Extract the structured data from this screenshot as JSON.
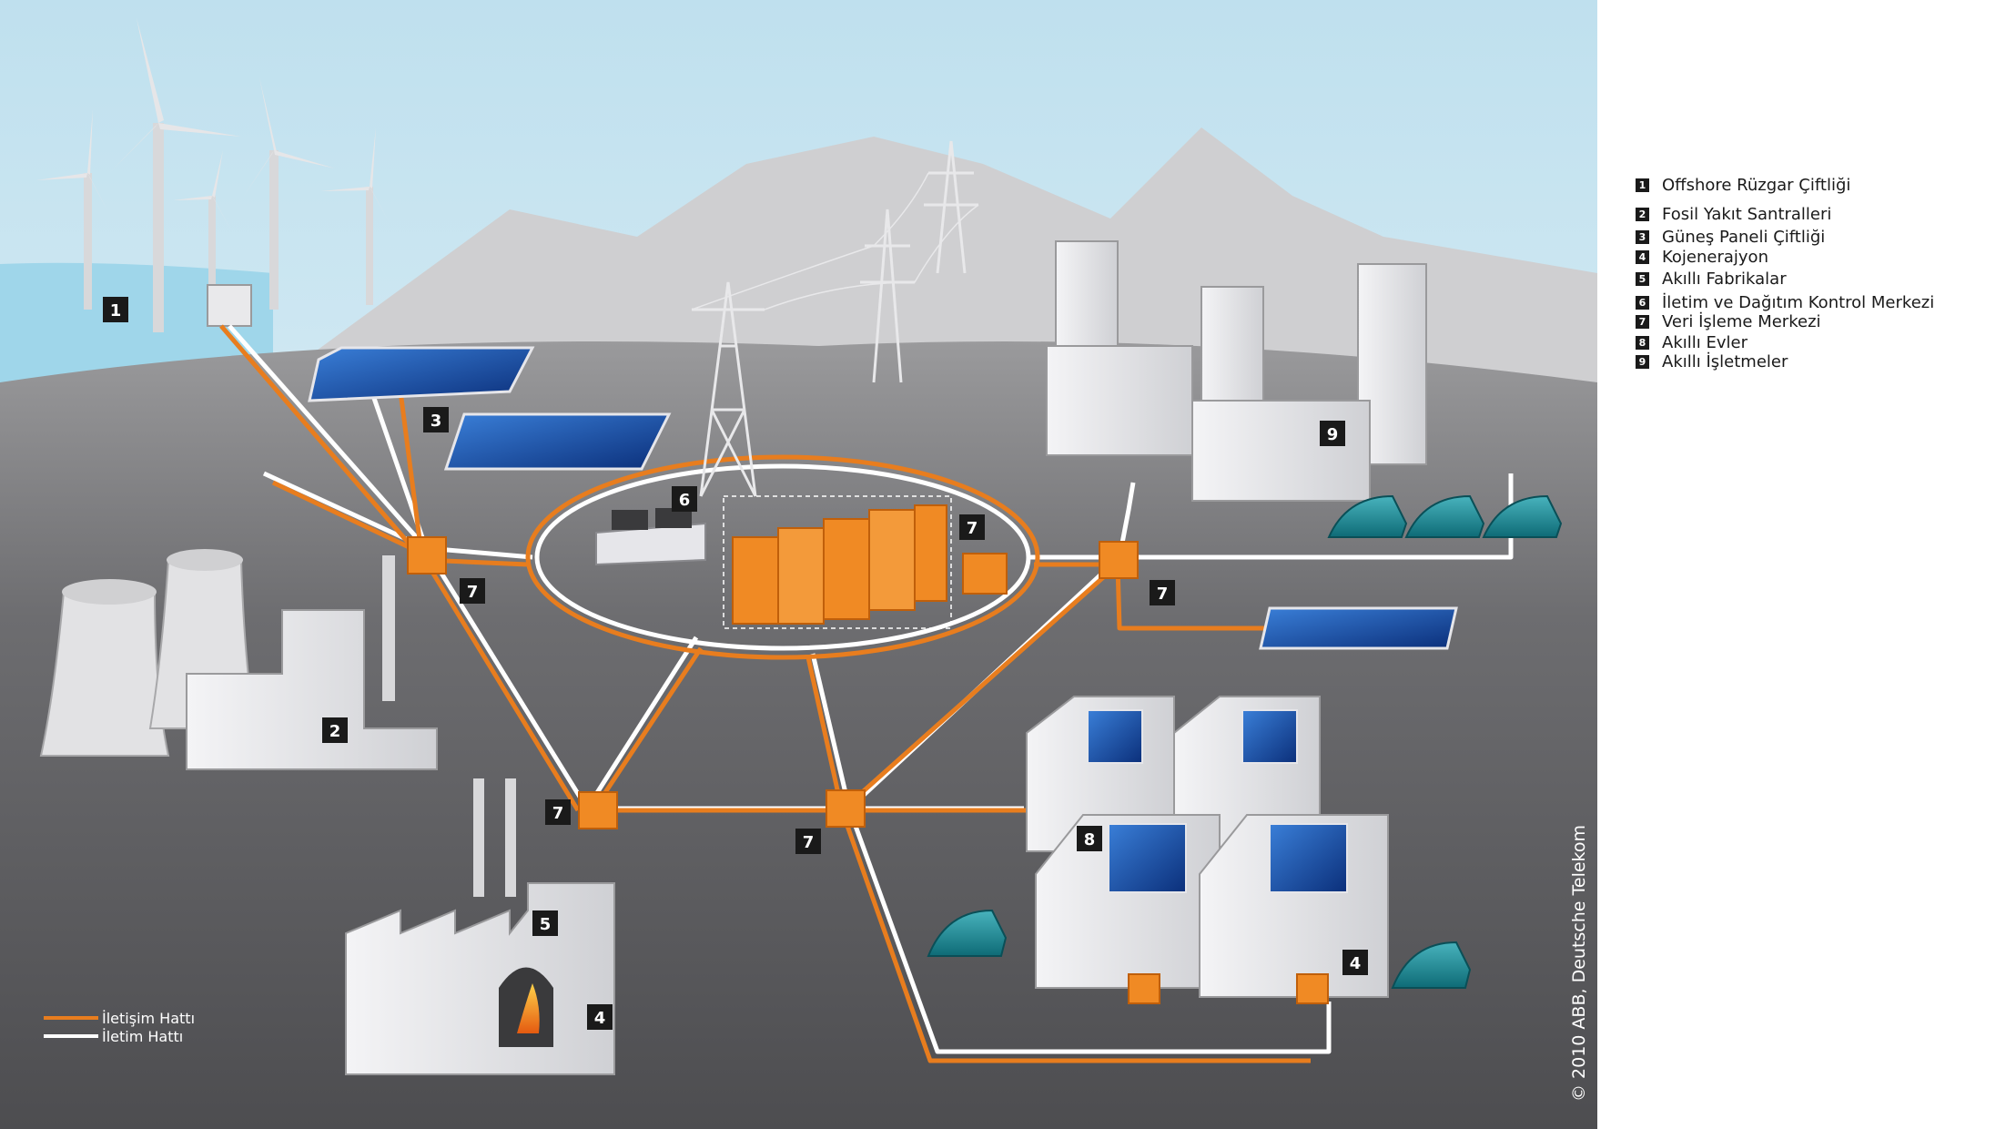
{
  "legend": {
    "items": [
      {
        "num": "1",
        "label": "Offshore Rüzgar Çiftliği"
      },
      {
        "num": "2",
        "label": "Fosil Yakıt Santralleri"
      },
      {
        "num": "3",
        "label": "Güneş Paneli Çiftliği"
      },
      {
        "num": "4",
        "label": "Kojenerajyon"
      },
      {
        "num": "5",
        "label": "Akıllı Fabrikalar"
      },
      {
        "num": "6",
        "label": "İletim ve Dağıtım Kontrol Merkezi"
      },
      {
        "num": "7",
        "label": "Veri İşleme Merkezi"
      },
      {
        "num": "8",
        "label": "Akıllı Evler"
      },
      {
        "num": "9",
        "label": "Akıllı İşletmeler"
      }
    ]
  },
  "line_legend": {
    "communication": "İletişim Hattı",
    "transmission": "İletim Hattı"
  },
  "colors": {
    "communication_line": "#e87d1e",
    "transmission_line": "#ffffff",
    "hub_orange": "#f08a24",
    "ground_dark": "#555558",
    "badge": "#1a1a1a"
  },
  "copyright": "© 2010 ABB, Deutsche Telekom",
  "badges": {
    "b1": "1",
    "b2": "2",
    "b3": "3",
    "b4a": "4",
    "b4b": "4",
    "b5": "5",
    "b6": "6",
    "b7a": "7",
    "b7b": "7",
    "b7c": "7",
    "b7d": "7",
    "b7e": "7",
    "b8": "8",
    "b9": "9"
  }
}
